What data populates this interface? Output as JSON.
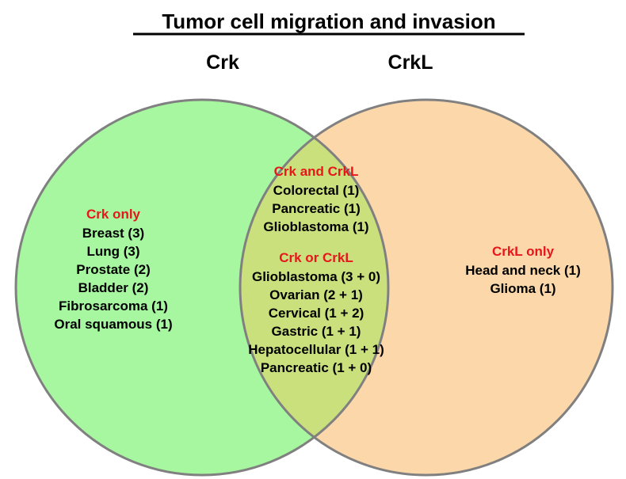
{
  "title": "Tumor cell migration and invasion",
  "sets": [
    {
      "label": "Crk",
      "color": "#a6f7a0"
    },
    {
      "label": "CrkL",
      "color": "#fbd7aa"
    }
  ],
  "overlap_color": "#c9e07d",
  "outline_color": "#808080",
  "heading_color": "#e8161b",
  "text_color": "#000000",
  "regions": {
    "crk_only": {
      "heading": "Crk only",
      "items": [
        "Breast (3)",
        "Lung (3)",
        "Prostate (2)",
        "Bladder (2)",
        "Fibrosarcoma (1)",
        "Oral squamous (1)"
      ]
    },
    "crk_and_crkl": {
      "heading": "Crk and CrkL",
      "items": [
        "Colorectal (1)",
        "Pancreatic (1)",
        "Glioblastoma (1)"
      ]
    },
    "crk_or_crkl": {
      "heading": "Crk or CrkL",
      "items": [
        "Glioblastoma (3 + 0)",
        "Ovarian (2 + 1)",
        "Cervical (1 + 2)",
        "Gastric (1 + 1)",
        "Hepatocellular (1 + 1)",
        "Pancreatic (1 + 0)"
      ]
    },
    "crkl_only": {
      "heading": "CrkL only",
      "items": [
        "Head and neck (1)",
        "Glioma (1)"
      ]
    }
  }
}
